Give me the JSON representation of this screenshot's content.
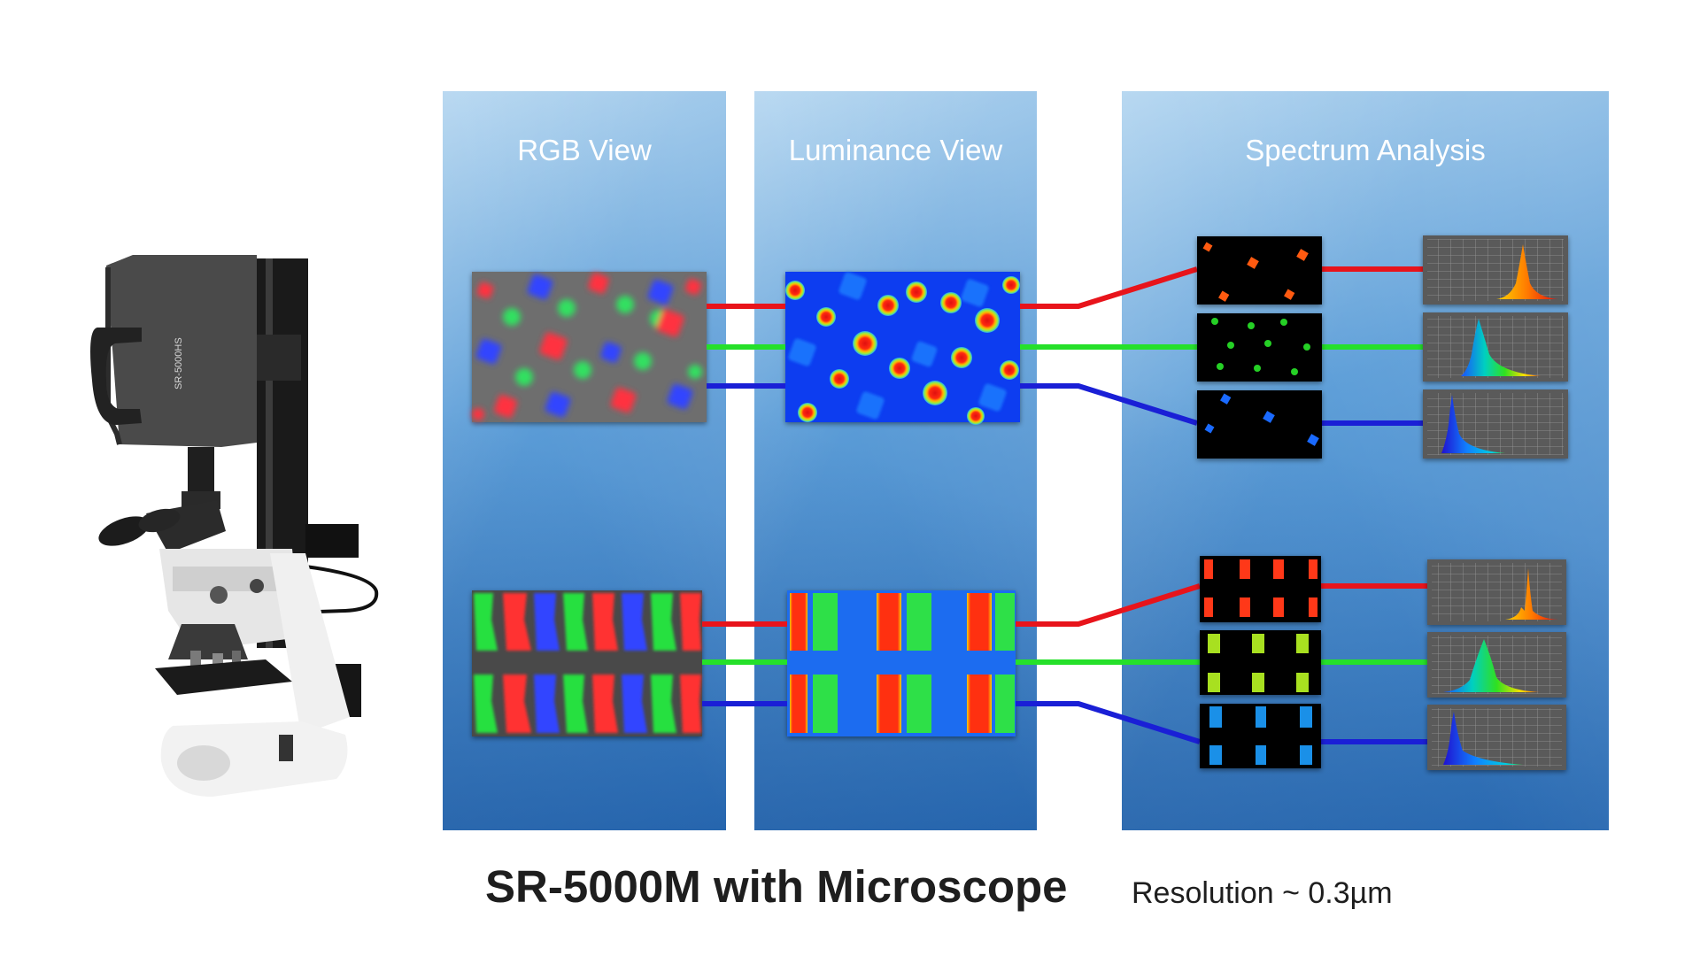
{
  "panels": {
    "rgb": {
      "title": "RGB View"
    },
    "luminance": {
      "title": "Luminance View"
    },
    "spectrum": {
      "title": "Spectrum Analysis"
    }
  },
  "caption": {
    "title": "SR-5000M with Microscope",
    "resolution": "Resolution ~ 0.3µm"
  },
  "instrument": {
    "label": "SR-5000HS"
  },
  "channels": [
    {
      "name": "red",
      "color": "#e8141b"
    },
    {
      "name": "green",
      "color": "#25e02a"
    },
    {
      "name": "blue",
      "color": "#1a1fd6"
    }
  ],
  "colors": {
    "panel_top": "#a9d0ee",
    "panel_bottom": "#2f74bd",
    "luminance_bg": "#0b3df0"
  }
}
